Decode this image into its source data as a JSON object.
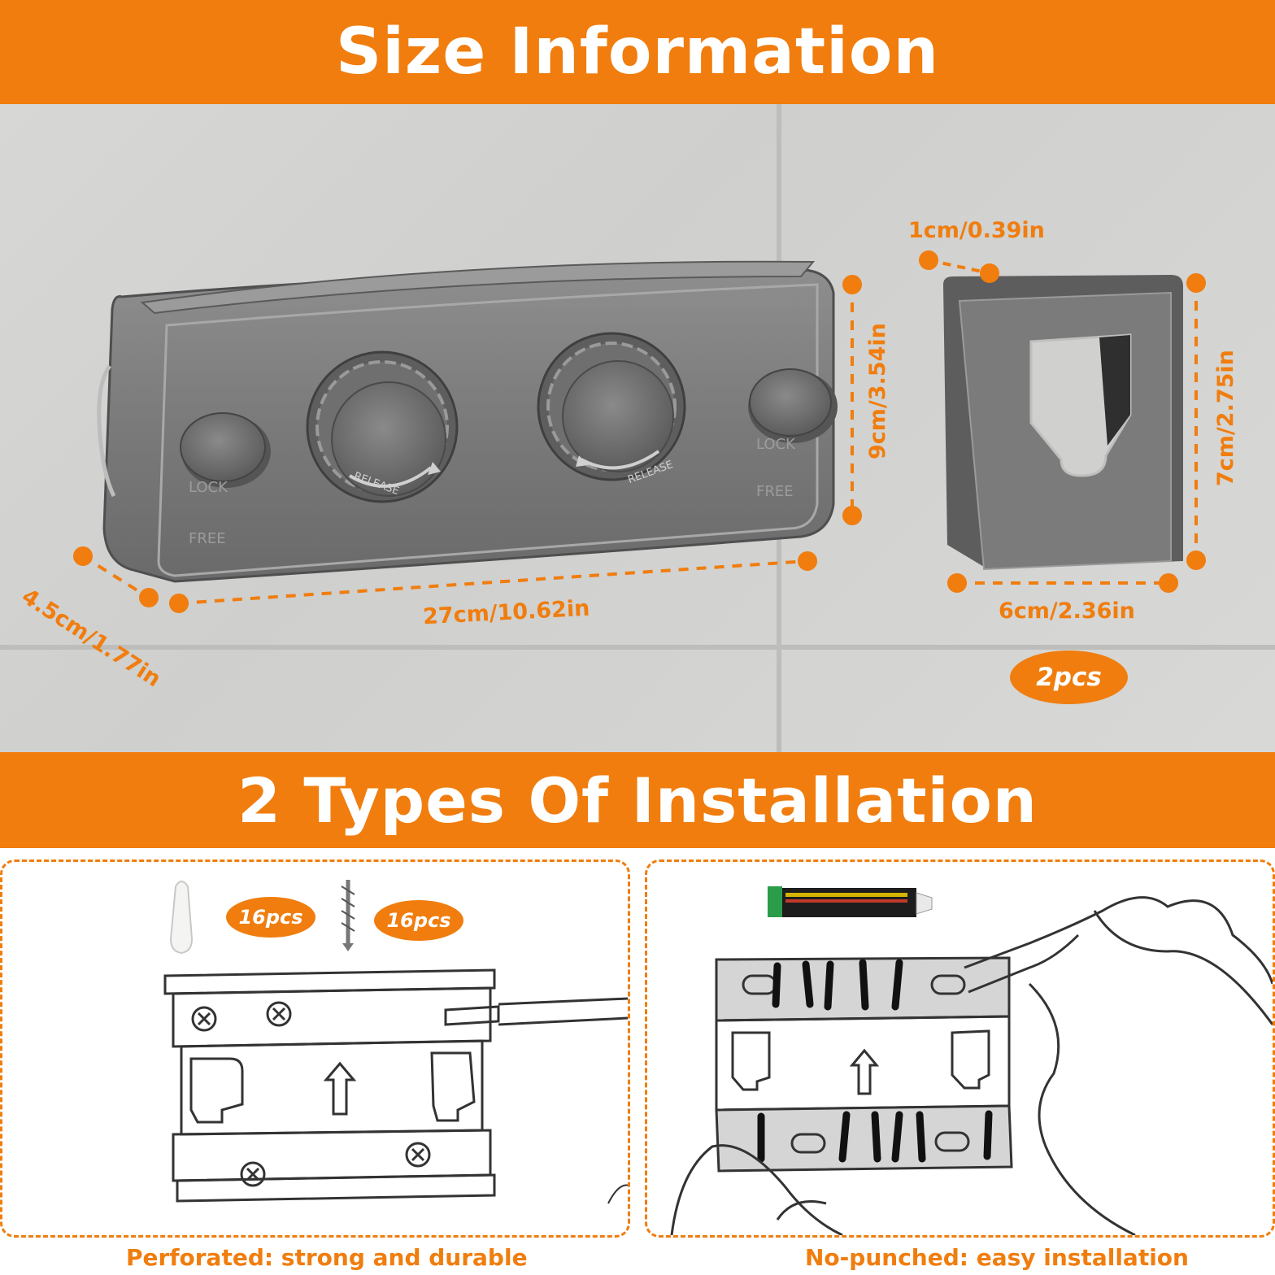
{
  "banners": {
    "size_title": "Size Information",
    "install_title": "2 Types Of Installation"
  },
  "dimensions": {
    "depth": "4.5cm/1.77in",
    "length": "27cm/10.62in",
    "height": "9cm/3.54in",
    "hook_thickness": "1cm/0.39in",
    "hook_height": "7cm/2.75in",
    "hook_width": "6cm/2.36in"
  },
  "product_labels": {
    "lock_left": "LOCK",
    "free_left": "FREE",
    "lock_right": "LOCK",
    "free_right": "FREE",
    "knob_left": "RELEASE",
    "knob_right": "RELEASE"
  },
  "badges": {
    "hooks": "2pcs",
    "anchors": "16pcs",
    "screws": "16pcs"
  },
  "captions": {
    "perforated": "Perforated: strong and durable",
    "no_punched": "No-punched: easy installation"
  },
  "colors": {
    "accent": "#f07d0e",
    "product_metal": "#7a7a7b",
    "tile": "#d4d4d2"
  }
}
